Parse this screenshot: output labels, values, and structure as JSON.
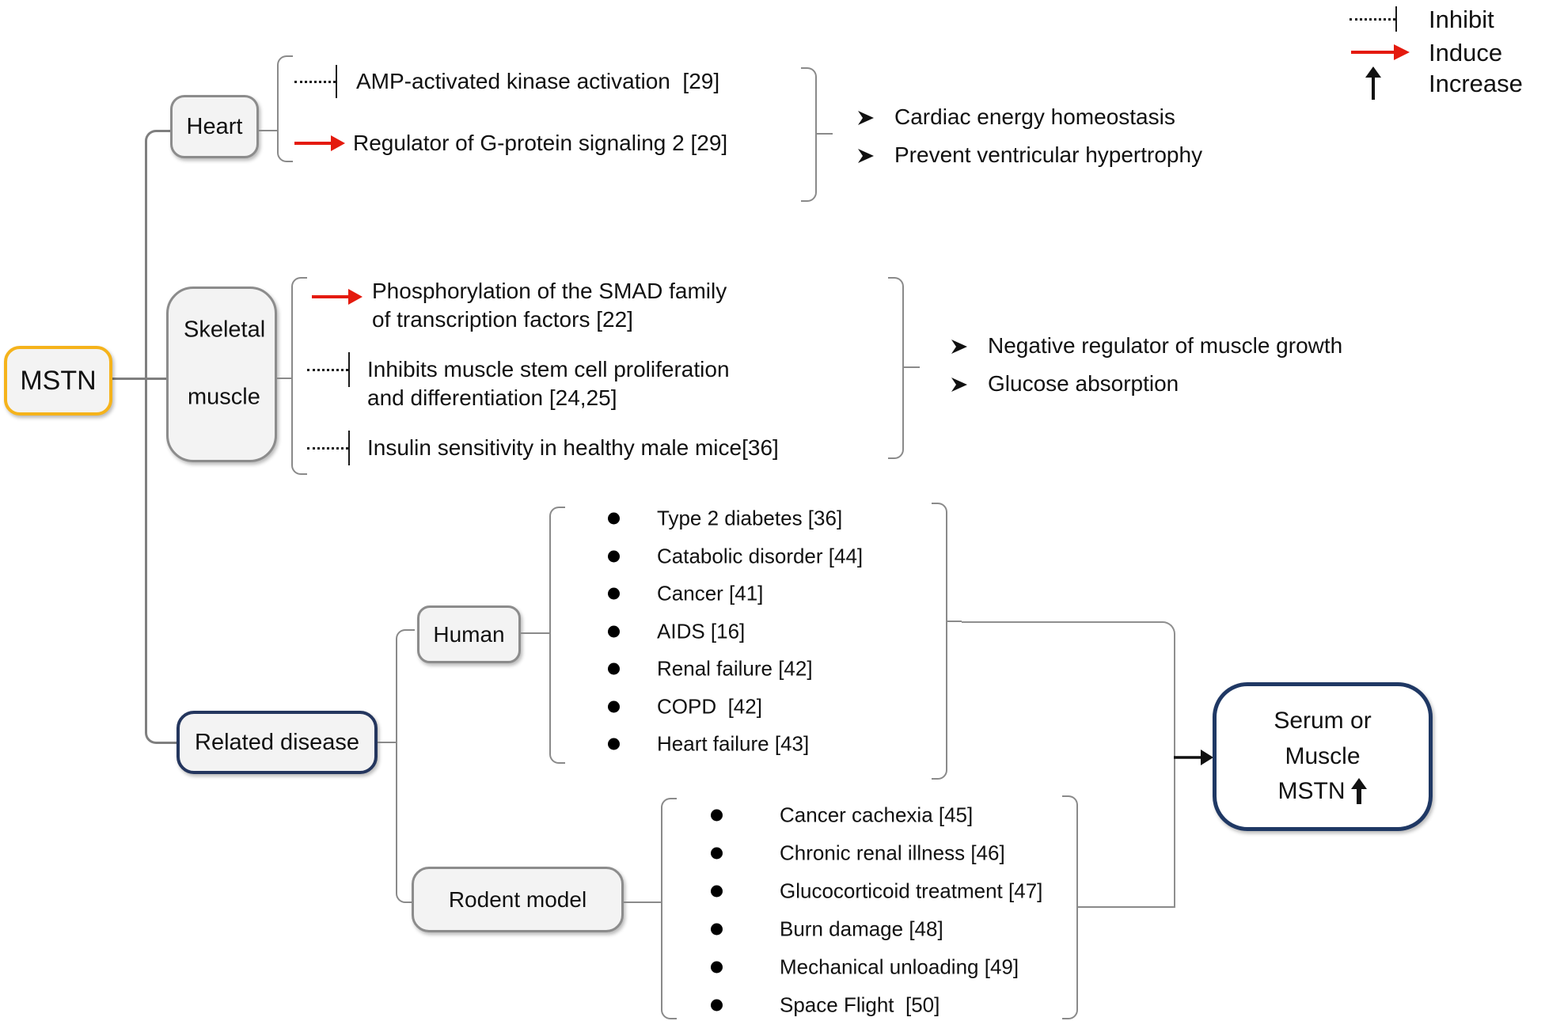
{
  "legend": {
    "items": [
      {
        "symbol": "inhibit-dashed-tbar",
        "label": "Inhibit"
      },
      {
        "symbol": "induce-red-arrow",
        "label": "Induce"
      },
      {
        "symbol": "increase-up-arrow",
        "label": "Increase"
      }
    ]
  },
  "root": {
    "label": "MSTN"
  },
  "heart": {
    "label": "Heart",
    "effects": [
      {
        "relation": "inhibit",
        "text": "AMP-activated kinase activation  [29]"
      },
      {
        "relation": "induce",
        "text": "Regulator of G-protein signaling 2 [29]"
      }
    ],
    "outcomes": [
      "Cardiac energy homeostasis",
      "Prevent ventricular hypertrophy"
    ]
  },
  "skeletal_muscle": {
    "label_line1": "Skeletal",
    "label_line2": "muscle",
    "effects": [
      {
        "relation": "induce",
        "line1": "Phosphorylation of the SMAD family",
        "line2": "of transcription factors [22]"
      },
      {
        "relation": "inhibit",
        "line1": "Inhibits muscle stem cell proliferation",
        "line2": "and differentiation [24,25]"
      },
      {
        "relation": "inhibit",
        "line1": "Insulin sensitivity in healthy male mice[36]",
        "line2": ""
      }
    ],
    "outcomes": [
      "Negative regulator of muscle growth",
      "Glucose absorption"
    ]
  },
  "related_disease": {
    "label": "Related disease",
    "human": {
      "label": "Human",
      "items": [
        "Type 2 diabetes [36]",
        "Catabolic disorder [44]",
        "Cancer [41]",
        "AIDS [16]",
        "Renal failure [42]",
        "COPD  [42]",
        "Heart failure [43]"
      ]
    },
    "rodent": {
      "label": "Rodent model",
      "items": [
        "Cancer cachexia [45]",
        "Chronic renal illness [46]",
        "Glucocorticoid treatment [47]",
        "Burn damage [48]",
        "Mechanical unloading [49]",
        "Space Flight  [50]"
      ]
    },
    "result": {
      "line1": "Serum or",
      "line2": "Muscle",
      "line3": "MSTN",
      "arrow": "increase"
    }
  },
  "colors": {
    "mstn_border": "#F5B31B",
    "disease_border": "#24365E",
    "result_border": "#1F3864",
    "induce_red": "#E41A0E",
    "line_gray": "#7F7F7F",
    "box_fill": "#F3F3F3"
  }
}
